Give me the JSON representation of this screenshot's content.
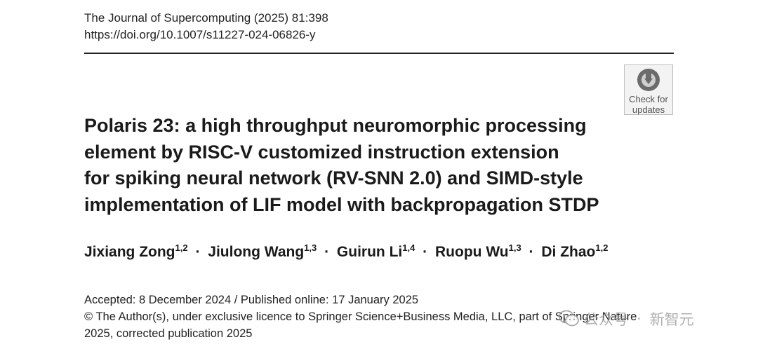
{
  "header": {
    "journal": "The Journal of Supercomputing (2025) 81:398",
    "doi": "https://doi.org/10.1007/s11227-024-06826-y"
  },
  "badge": {
    "line1": "Check for",
    "line2": "updates",
    "icon": "check-for-updates-icon"
  },
  "title_lines": [
    "Polaris 23: a high throughput neuromorphic processing",
    "element by RISC-V customized instruction extension",
    "for spiking neural network (RV-SNN 2.0) and SIMD-style",
    "implementation of LIF model with backpropagation STDP"
  ],
  "authors": [
    {
      "name": "Jixiang Zong",
      "aff": "1,2"
    },
    {
      "name": "Jiulong Wang",
      "aff": "1,3"
    },
    {
      "name": "Guirun Li",
      "aff": "1,4"
    },
    {
      "name": "Ruopu Wu",
      "aff": "1,3"
    },
    {
      "name": "Di Zhao",
      "aff": "1,2"
    }
  ],
  "author_separator": "·",
  "meta": {
    "dates": "Accepted: 8 December 2024 / Published online: 17 January 2025",
    "copyright": "© The Author(s), under exclusive licence to Springer Science+Business Media, LLC, part of Springer Nature",
    "corrected": "2025, corrected publication 2025"
  },
  "watermark": {
    "left": "公众号",
    "separator": "·",
    "right": "新智元",
    "icon": "wechat-icon"
  }
}
